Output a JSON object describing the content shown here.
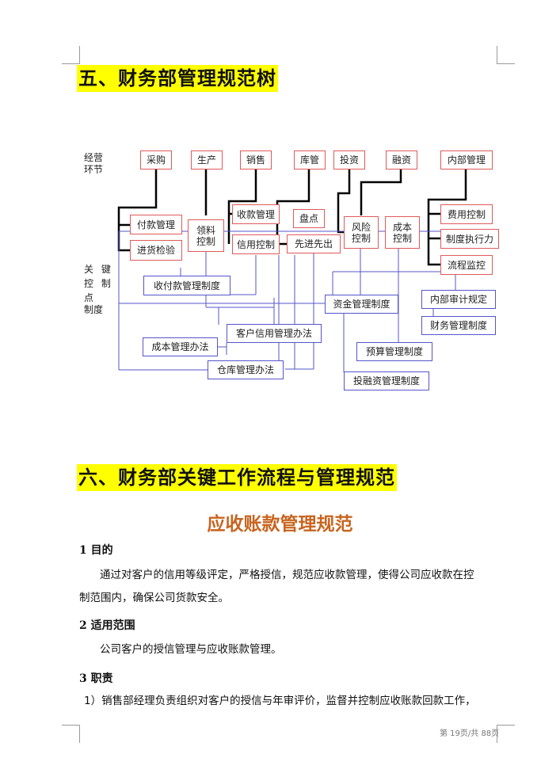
{
  "heading5": "五、财务部管理规范树",
  "tree": {
    "row_labels": {
      "stage": "经营\n环节",
      "key_points": "关 键\n控 制\n点",
      "system": "制度"
    },
    "stages": [
      "采购",
      "生产",
      "销售",
      "库管",
      "投资",
      "融资",
      "内部管理"
    ],
    "control_points": {
      "fukuan": "付款管理",
      "jinhuo": "进货检验",
      "lingliao": "领料\n控制",
      "shoukuan": "收款管理",
      "xinyong": "信用控制",
      "pandian": "盘点",
      "xianjin": "先进先出",
      "fengxian": "风险\n控制",
      "chengben": "成本\n控制",
      "feiyong": "费用控制",
      "zhidu": "制度执行力",
      "liucheng": "流程监控"
    },
    "systems": {
      "shoufukuan": "收付款管理制度",
      "zijin": "资金管理制度",
      "neibu_shenji": "内部审计规定",
      "caiwu": "财务管理制度",
      "kehu": "客户信用管理办法",
      "chengben_banfa": "成本管理办法",
      "yusuan": "预算管理制度",
      "cangku": "仓库管理办法",
      "tourongzi": "投融资管理制度"
    }
  },
  "heading6": "六、财务部关键工作流程与管理规范",
  "subtitle": "应收账款管理规范",
  "sections": {
    "s1_title": "1  目的",
    "s1_text_line1": "通过对客户的信用等级评定，严格授信，规范应收款管理，使得公司应收款在控",
    "s1_text_line2": "制范围内，确保公司货款安全。",
    "s2_title": "2  适用范围",
    "s2_text": "公司客户的授信管理与应收账款管理。",
    "s3_title": "3   职责",
    "s3_text": "1）销售部经理负责组织对客户的授信与年审评价，监督并控制应收账款回款工作，"
  },
  "footer": "第 19页/共 88页"
}
